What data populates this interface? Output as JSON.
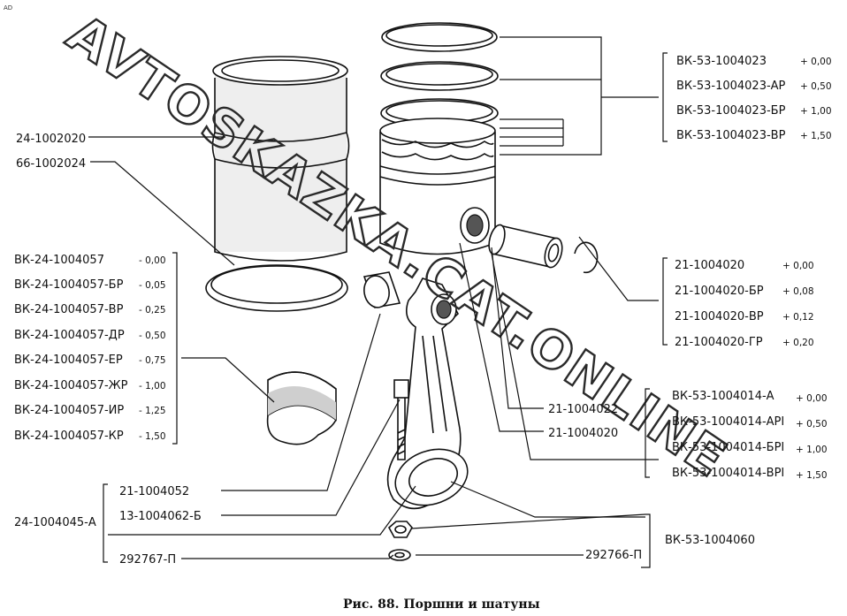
{
  "corner_mark": "AD",
  "watermark": "AVTOSKAZKA.CAT.ONLINE",
  "caption": "Рис. 88. Поршни и шатуны",
  "labels": {
    "sleeve": "24-1002020",
    "sleeve_ring": "66-1002024",
    "gasket": "21-1004052",
    "con_rod_assy": "24-1004045-А",
    "bolt": "13-1004062-Б",
    "nut": "292767-П",
    "washer": "292766-П",
    "bushing": "21-1004022",
    "piston_pin_lock": "21-1004020",
    "nut_group": "ВК-53-1004060"
  },
  "rings_group": [
    {
      "part": "ВК-53-1004023",
      "size": "+ 0,00"
    },
    {
      "part": "ВК-53-1004023-АР",
      "size": "+ 0,50"
    },
    {
      "part": "ВК-53-1004023-БР",
      "size": "+ 1,00"
    },
    {
      "part": "ВК-53-1004023-ВР",
      "size": "+ 1,50"
    }
  ],
  "pin_group": [
    {
      "part": "21-1004020",
      "size": "+ 0,00"
    },
    {
      "part": "21-1004020-БР",
      "size": "+ 0,08"
    },
    {
      "part": "21-1004020-ВР",
      "size": "+ 0,12"
    },
    {
      "part": "21-1004020-ГР",
      "size": "+ 0,20"
    }
  ],
  "piston_group": [
    {
      "part": "ВК-53-1004014-А",
      "size": "+ 0,00"
    },
    {
      "part": "ВК-53-1004014-АРI",
      "size": "+ 0,50"
    },
    {
      "part": "ВК-53-1004014-БРI",
      "size": "+ 1,00"
    },
    {
      "part": "ВК-53-1004014-ВРI",
      "size": "+ 1,50"
    }
  ],
  "bearing_group": [
    {
      "part": "ВК-24-1004057",
      "size": "- 0,00"
    },
    {
      "part": "ВК-24-1004057-БР",
      "size": "- 0,05"
    },
    {
      "part": "ВК-24-1004057-ВР",
      "size": "- 0,25"
    },
    {
      "part": "ВК-24-1004057-ДР",
      "size": "- 0,50"
    },
    {
      "part": "ВК-24-1004057-ЕР",
      "size": "- 0,75"
    },
    {
      "part": "ВК-24-1004057-ЖР",
      "size": "- 1,00"
    },
    {
      "part": "ВК-24-1004057-ИР",
      "size": "- 1,25"
    },
    {
      "part": "ВК-24-1004057-КР",
      "size": "- 1,50"
    }
  ]
}
